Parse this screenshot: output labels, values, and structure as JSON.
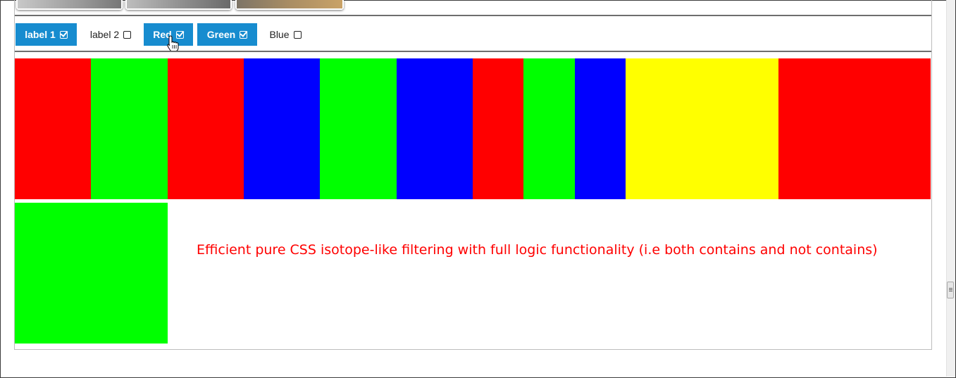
{
  "filters": [
    {
      "label": "label 1",
      "checked": true
    },
    {
      "label": "label 2",
      "checked": false
    },
    {
      "label": "Red",
      "checked": true
    },
    {
      "label": "Green",
      "checked": true
    },
    {
      "label": "Blue",
      "checked": false
    }
  ],
  "tiles": [
    {
      "color": "#ff0000"
    },
    {
      "color": "#00ff00"
    },
    {
      "color": "#ff0000"
    },
    {
      "color": "#0000ff"
    },
    {
      "color": "#00ff00"
    },
    {
      "color": "#0000ff"
    },
    {
      "color": "#ff0000"
    },
    {
      "color": "#00ff00"
    },
    {
      "color": "#0000ff"
    },
    {
      "color": "#ffff00"
    },
    {
      "color": "#ff0000"
    },
    {
      "color": "#00ff00"
    }
  ],
  "caption": "Efficient pure CSS isotope-like filtering with full logic functionality (i.e both contains and not contains)",
  "colors": {
    "accent": "#178ccf",
    "caption": "#ff0000"
  }
}
